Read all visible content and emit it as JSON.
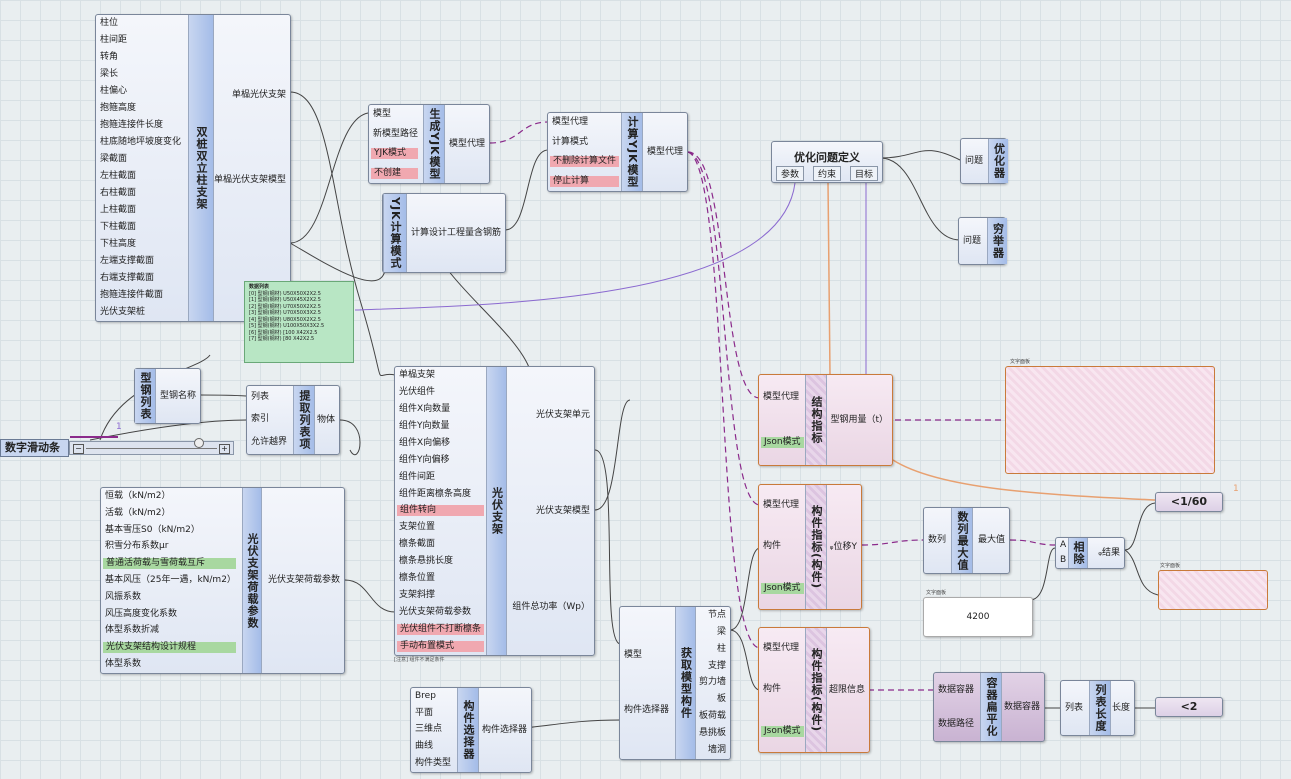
{
  "components": {
    "twin": {
      "title": "双桩双立柱支架",
      "inputs": [
        "柱位",
        "柱间距",
        "转角",
        "梁长",
        "柱偏心",
        "抱箍高度",
        "抱箍连接件长度",
        "柱底随地坪坡度变化",
        "梁截面",
        "左柱截面",
        "右柱截面",
        "上柱截面",
        "下柱截面",
        "下柱高度",
        "左端支撑截面",
        "右端支撑截面",
        "抱箍连接件截面",
        "光伏支架桩"
      ],
      "outputs": [
        "单榀光伏支架",
        "单榀光伏支架模型"
      ]
    },
    "gen_yjk": {
      "title": "生成YJK模型",
      "inputs": [
        "模型",
        "新模型路径",
        "YJK模式",
        "不创建"
      ],
      "outputs": [
        "模型代理"
      ]
    },
    "calc_yjk": {
      "title": "计算YJK模型",
      "inputs": [
        "模型代理",
        "计算模式",
        "不删除计算文件",
        "停止计算"
      ],
      "outputs": [
        "模型代理"
      ]
    },
    "yjk_mode": {
      "title": "YJK计算模式",
      "outputs": [
        "计算设计工程量含钢筋"
      ]
    },
    "optimize": {
      "title": "优化问题定义",
      "tabs": [
        "参数",
        "约束",
        "目标"
      ]
    },
    "optimizer": {
      "title": "优化器",
      "inputs": [
        "问题"
      ]
    },
    "exhaustive": {
      "title": "穷举器",
      "inputs": [
        "问题"
      ]
    },
    "steel_list": {
      "title": "型钢列表",
      "outputs": [
        "型钢名称"
      ]
    },
    "extract": {
      "title": "提取列表项",
      "inputs": [
        "列表",
        "索引",
        "允许越界"
      ],
      "outputs": [
        "物体"
      ]
    },
    "slider": {
      "title": "数字滑动条",
      "value": "1"
    },
    "pv": {
      "title": "光伏支架",
      "inputs": [
        "单榀支架",
        "光伏组件",
        "组件X向数量",
        "组件Y向数量",
        "组件X向偏移",
        "组件Y向偏移",
        "组件间距",
        "组件距离檩条高度",
        "组件转向",
        "支架位置",
        "檩条截面",
        "檩条悬挑长度",
        "檩条位置",
        "支架斜撑",
        "光伏支架荷载参数",
        "光伏组件不打断檩条",
        "手动布置模式"
      ],
      "outputs": [
        "光伏支架单元",
        "光伏支架模型",
        "组件总功率（Wp）"
      ],
      "note": "[注意] 组件不满足条件"
    },
    "load": {
      "title": "光伏支架荷载参数",
      "inputs": [
        "恒载（kN/m2）",
        "活载（kN/m2）",
        "基本雪压S0（kN/m2）",
        "积雪分布系数μr",
        "普通活荷载与雪荷载互斥",
        "基本风压（25年一遇，kN/m2）",
        "风振系数",
        "风压高度变化系数",
        "体型系数折减",
        "光伏支架结构设计规程",
        "体型系数"
      ],
      "outputs": [
        "光伏支架荷载参数"
      ]
    },
    "get_model": {
      "title": "获取模型构件",
      "inputs": [
        "模型",
        "构件选择器"
      ],
      "outputs": [
        "节点",
        "梁",
        "柱",
        "支撑",
        "剪力墙",
        "板",
        "板荷载",
        "悬挑板",
        "墙洞"
      ]
    },
    "selector": {
      "title": "构件选择器",
      "inputs": [
        "Brep",
        "平面",
        "三维点",
        "曲线",
        "构件类型"
      ],
      "outputs": [
        "构件选择器"
      ]
    },
    "struct_idx": {
      "title": "结构指标",
      "inputs": [
        "模型代理",
        "Json模式"
      ],
      "outputs": [
        "型钢用量（t）"
      ]
    },
    "member_idx1": {
      "title": "构件指标(构件)",
      "inputs": [
        "模型代理",
        "构件",
        "Json模式"
      ],
      "outputs": [
        "ᵩ位移Y"
      ]
    },
    "member_idx2": {
      "title": "构件指标(构件)",
      "inputs": [
        "模型代理",
        "构件",
        "Json模式"
      ],
      "outputs": [
        "超限信息"
      ]
    },
    "list_max": {
      "title": "数列最大值",
      "inputs": [
        "数列"
      ],
      "outputs": [
        "最大值"
      ]
    },
    "divide": {
      "title": "相除",
      "inputs": [
        "A",
        "B"
      ],
      "outputs": [
        "ᵩ结果"
      ]
    },
    "flatten": {
      "title": "容器扁平化",
      "inputs": [
        "数据容器",
        "数据路径"
      ],
      "outputs": [
        "数据容器"
      ]
    },
    "list_len": {
      "title": "列表长度",
      "inputs": [
        "列表"
      ],
      "outputs": [
        "长度"
      ]
    }
  },
  "values": {
    "lt160": "<1/60",
    "lt2": "<2",
    "n4200": "4200",
    "one_a": "1",
    "one_b": "1",
    "text_panel_label": "文字面板",
    "green_list_header": "数据列表",
    "green_list_items": [
      "[0] 型钢(钢材) U50X50X2X2.5",
      "[1] 型钢(钢材) U50X45X2X2.5",
      "[2] 型钢(钢材) U70X50X2X2.5",
      "[3] 型钢(钢材) U70X50X3X2.5",
      "[4] 型钢(钢材) U80X50X2X2.5",
      "[5] 型钢(钢材) U100X50X3X2.5",
      "[6] 型钢(钢材) [100 X42X2.5",
      "[7] 型钢(钢材) [80 X42X2.5"
    ]
  },
  "colors": {
    "purple": "#8b2a8b",
    "orange": "#e8a070",
    "wire": "#444444"
  }
}
